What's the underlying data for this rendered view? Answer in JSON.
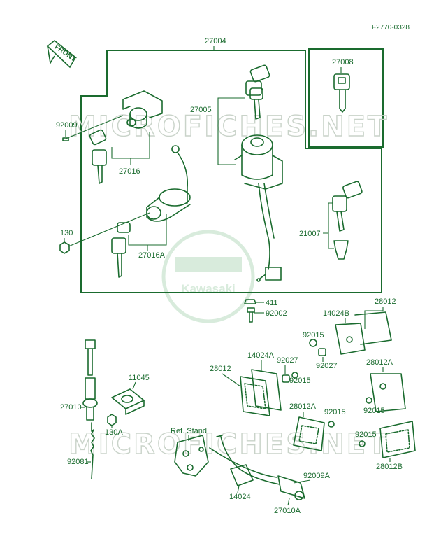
{
  "ref_code": "F2770-0328",
  "front_arrow": "FRONT",
  "watermark_text": "MICROFICHES.NET",
  "logo_text": "Kawasaki",
  "labels": {
    "p27004": "27004",
    "p27008": "27008",
    "p92009": "92009",
    "p27005": "27005",
    "p27016": "27016",
    "p130": "130",
    "p27016A": "27016A",
    "p21007": "21007",
    "p411": "411",
    "p92002": "92002",
    "p14024B": "14024B",
    "p28012_top": "28012",
    "p92015_a": "92015",
    "p92027_a": "92027",
    "p14024A": "14024A",
    "p28012_left": "28012",
    "p92027_b": "92027",
    "p92015_b": "92015",
    "p28012A_right": "28012A",
    "p11045": "11045",
    "p27010": "27010",
    "p130A": "130A",
    "p28012A_mid": "28012A",
    "p92015_c": "92015",
    "p92015_d": "92015",
    "p92015_e": "92015",
    "ref_stand": "Ref. Stand",
    "p92081": "92081",
    "p28012B": "28012B",
    "p92009A": "92009A",
    "p14024": "14024",
    "p27010A": "27010A"
  },
  "colors": {
    "ink": "#1a6b2e",
    "watermark": "#c9d3c9",
    "logo": "#b9dcc0"
  }
}
